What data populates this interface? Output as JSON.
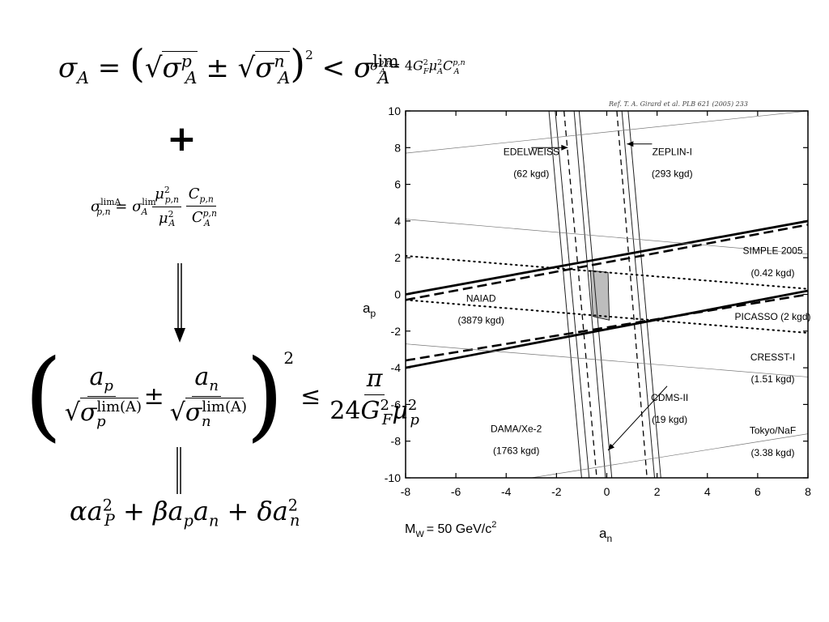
{
  "equations": {
    "eq1_lhs": "σ",
    "eq1_lhs_sub": "A",
    "eq1_equals": "=",
    "eq1_sigma": "σ",
    "eq1_sup_p": "p",
    "eq1_sub_A1": "A",
    "eq1_pm": "±",
    "eq1_sup_n": "n",
    "eq1_sub_A2": "A",
    "eq1_square": "2",
    "eq1_lt": "<",
    "eq1_lim": "lim",
    "eq1_lim_sub": "A",
    "eq2_sigma": "σ",
    "eq2_sup": "p,n",
    "eq2_sub": "A",
    "eq2_rhs": "= 4",
    "eq2_G": "G",
    "eq2_G_sup": "2",
    "eq2_G_sub": "F",
    "eq2_mu": "μ",
    "eq2_mu_sup": "2",
    "eq2_mu_sub": "A",
    "eq2_C": "C",
    "eq2_C_sup": "p,n",
    "eq2_C_sub": "A",
    "plus": "+",
    "eq3_lhs_sup": "limA",
    "eq3_lhs_sub": "p,n",
    "eq3_eq": "=",
    "eq3_lim": "lim",
    "eq3_mu_num_sub": "p,n",
    "eq3_mu_den_sub": "A",
    "eq3_C_num_sub": "p,n",
    "eq3_C_den_sup": "p,n",
    "eq3_C_den_sub": "A",
    "eq4_ap": "a",
    "eq4_ap_sub": "p",
    "eq4_an": "a",
    "eq4_an_sub": "n",
    "eq4_limA": "lim(A)",
    "eq4_leq": "≤",
    "eq4_pi": "π",
    "eq4_den": "24",
    "eq5_alpha": "α",
    "eq5_a": "a",
    "eq5_P": "P",
    "eq5_plus1": "+",
    "eq5_beta": "β",
    "eq5_plus2": "+",
    "eq5_delta": "δ"
  },
  "chart_data": {
    "type": "line",
    "reference": "Ref. T. A. Girard et al. PLB 621 (2005) 233",
    "xlabel": "a",
    "xlabel_sub": "n",
    "ylabel": "a",
    "ylabel_sub": "p",
    "xlim": [
      -8,
      8
    ],
    "ylim": [
      -10,
      10
    ],
    "xticks": [
      -8,
      -6,
      -4,
      -2,
      0,
      2,
      4,
      6,
      8
    ],
    "yticks": [
      -10,
      -8,
      -6,
      -4,
      -2,
      0,
      2,
      4,
      6,
      8,
      10
    ],
    "grid": false,
    "footnote": "M",
    "footnote_sub": "W",
    "footnote_rest": "= 50 GeV/c",
    "footnote_sup": "2",
    "series": [
      {
        "name": "EDELWEISS",
        "style": "thin-double",
        "lines": [
          [
            [
              -2.3,
              10
            ],
            [
              -1.0,
              -10
            ]
          ],
          [
            [
              -2.05,
              10
            ],
            [
              -0.7,
              -10
            ]
          ]
        ]
      },
      {
        "name": "ZEPLIN-I",
        "style": "thin-double",
        "lines": [
          [
            [
              0.6,
              10
            ],
            [
              1.9,
              -10
            ]
          ],
          [
            [
              0.85,
              10
            ],
            [
              2.15,
              -10
            ]
          ]
        ]
      },
      {
        "name": "DAMA/Xe-2",
        "style": "thin-double",
        "lines": [
          [
            [
              -1.3,
              10
            ],
            [
              -0.05,
              -10
            ]
          ],
          [
            [
              -1.1,
              10
            ],
            [
              0.2,
              -10
            ]
          ]
        ]
      },
      {
        "name": "CDMS-II",
        "style": "dashed-double",
        "lines": [
          [
            [
              -1.7,
              10
            ],
            [
              -0.4,
              -10
            ]
          ],
          [
            [
              0.4,
              10
            ],
            [
              1.6,
              -10
            ]
          ]
        ]
      },
      {
        "name": "SIMPLE 2005",
        "style": "thick-double",
        "lines": [
          [
            [
              -8,
              0.0
            ],
            [
              8,
              4.0
            ]
          ],
          [
            [
              -8,
              -4.0
            ],
            [
              8,
              0.2
            ]
          ]
        ]
      },
      {
        "name": "PICASSO (2 kgd)",
        "style": "dashed-thick-double",
        "lines": [
          [
            [
              -8,
              -0.3
            ],
            [
              8,
              3.8
            ]
          ],
          [
            [
              -8,
              -3.6
            ],
            [
              8,
              0.0
            ]
          ]
        ]
      },
      {
        "name": "NAIAD",
        "style": "dotted-double",
        "lines": [
          [
            [
              -8,
              2.1
            ],
            [
              8,
              0.3
            ]
          ],
          [
            [
              -8,
              -0.3
            ],
            [
              8,
              -2.1
            ]
          ]
        ]
      },
      {
        "name": "CRESST-I",
        "style": "hairline-double",
        "lines": [
          [
            [
              -8,
              4.1
            ],
            [
              8,
              2.2
            ]
          ],
          [
            [
              -8,
              -2.7
            ],
            [
              8,
              -4.5
            ]
          ]
        ]
      },
      {
        "name": "Tokyo/NaF",
        "style": "hairline-double",
        "lines": [
          [
            [
              -8,
              7.7
            ],
            [
              8,
              10.0
            ]
          ],
          [
            [
              -3.0,
              -10
            ],
            [
              8,
              -7.6
            ]
          ]
        ]
      }
    ],
    "allowed_region": [
      [
        -0.65,
        1.3
      ],
      [
        0.05,
        1.2
      ],
      [
        0.1,
        -1.4
      ],
      [
        -0.55,
        -1.2
      ]
    ],
    "labels": [
      {
        "text": "EDELWEISS",
        "x": -3.0,
        "y": 7.6
      },
      {
        "text": "(62 kgd)",
        "x": -3.0,
        "y": 6.4
      },
      {
        "text": "ZEPLIN-I",
        "x": 2.6,
        "y": 7.6
      },
      {
        "text": "(293 kgd)",
        "x": 2.6,
        "y": 6.4
      },
      {
        "text": "SIMPLE 2005",
        "x": 6.6,
        "y": 2.2
      },
      {
        "text": "(0.42 kgd)",
        "x": 6.6,
        "y": 1.0
      },
      {
        "text": "NAIAD",
        "x": -5.0,
        "y": -0.4
      },
      {
        "text": "(3879 kgd)",
        "x": -5.0,
        "y": -1.6
      },
      {
        "text": "PICASSO (2 kgd)",
        "x": 6.6,
        "y": -1.4
      },
      {
        "text": "CRESST-I",
        "x": 6.6,
        "y": -3.6
      },
      {
        "text": "(1.51 kgd)",
        "x": 6.6,
        "y": -4.8
      },
      {
        "text": "CDMS-II",
        "x": 2.5,
        "y": -5.8
      },
      {
        "text": "(19 kgd)",
        "x": 2.5,
        "y": -7.0
      },
      {
        "text": "DAMA/Xe-2",
        "x": -3.6,
        "y": -7.5
      },
      {
        "text": "(1763 kgd)",
        "x": -3.6,
        "y": -8.7
      },
      {
        "text": "Tokyo/NaF",
        "x": 6.6,
        "y": -7.6
      },
      {
        "text": "(3.38 kgd)",
        "x": 6.6,
        "y": -8.8
      }
    ],
    "arrows": [
      {
        "from": [
          -3.0,
          8.0
        ],
        "to": [
          -1.55,
          8.0
        ]
      },
      {
        "from": [
          1.8,
          8.2
        ],
        "to": [
          0.8,
          8.2
        ]
      },
      {
        "from": [
          2.4,
          -5.0
        ],
        "to": [
          0.05,
          -8.5
        ]
      }
    ]
  }
}
